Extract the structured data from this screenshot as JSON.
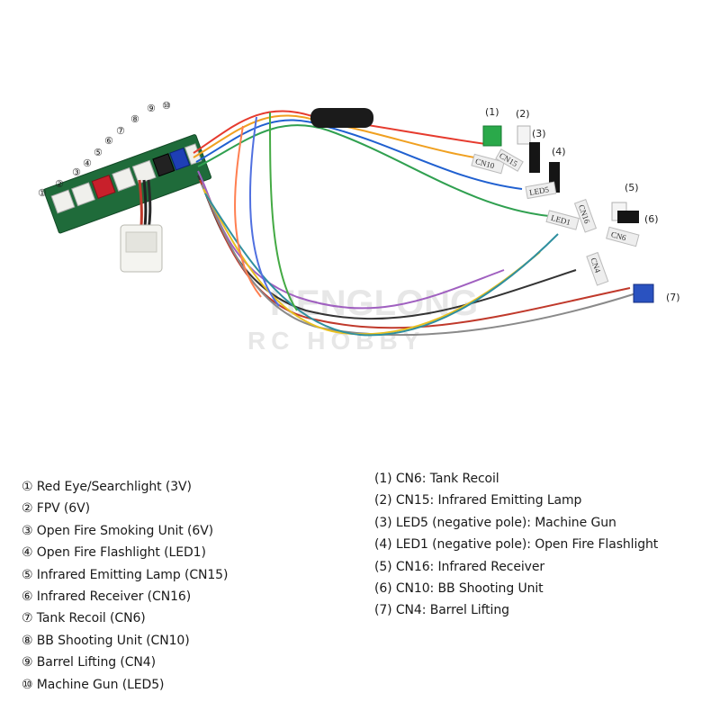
{
  "photo": {
    "description_labels": {
      "left_numbers": [
        "①",
        "②",
        "③",
        "④",
        "⑤",
        "⑥",
        "⑦",
        "⑧",
        "⑨",
        "⑩"
      ],
      "right_numbers": [
        "(1)",
        "(2)",
        "(3)",
        "(4)",
        "(5)",
        "(6)",
        "(7)"
      ]
    },
    "tape_labels": [
      "CN10",
      "CN15",
      "LED5",
      "LED1",
      "CN16",
      "CN6",
      "CN4"
    ],
    "watermark": [
      "HENGLONG",
      "RC HOBBY"
    ]
  },
  "legend_left": [
    "① Red Eye/Searchlight (3V)",
    "② FPV (6V)",
    "③ Open Fire Smoking Unit (6V)",
    "④ Open Fire Flashlight (LED1)",
    "⑤ Infrared Emitting Lamp (CN15)",
    "⑥ Infrared Receiver (CN16)",
    "⑦ Tank Recoil (CN6)",
    "⑧ BB Shooting Unit (CN10)",
    "⑨ Barrel Lifting (CN4)",
    "⑩ Machine Gun (LED5)"
  ],
  "legend_right": [
    "(1) CN6: Tank Recoil",
    "(2) CN15: Infrared Emitting Lamp",
    "(3) LED5 (negative pole): Machine Gun",
    "(4) LED1 (negative pole): Open Fire Flashlight",
    "(5) CN16: Infrared Receiver",
    "(6) CN10: BB Shooting Unit",
    "(7) CN4: Barrel Lifting"
  ]
}
